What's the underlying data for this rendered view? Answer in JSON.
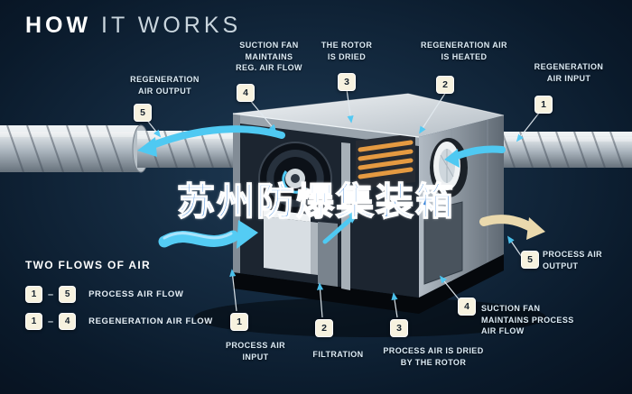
{
  "title": {
    "strong": "HOW",
    "light": " IT WORKS"
  },
  "watermark": {
    "text": "苏州防爆集装箱"
  },
  "colors": {
    "background": "#0d1f31",
    "accent_cyan": "#4ec9f5",
    "badge_bg": "#f7f2df",
    "badge_text": "#16222e",
    "label_text": "#dcebf5",
    "watermark_blue": "#3f87d9",
    "heater_orange": "#e59a41",
    "beige_arrow": "#ead9ad"
  },
  "callouts": {
    "reg_air_output": {
      "num": "5",
      "label": "REGENERATION\nAIR OUTPUT"
    },
    "suction_fan_reg": {
      "num": "4",
      "label": "SUCTION FAN\nMAINTAINS\nREG. AIR FLOW"
    },
    "rotor_dried": {
      "num": "3",
      "label": "THE ROTOR\nIS DRIED"
    },
    "reg_air_heated": {
      "num": "2",
      "label": "REGENERATION AIR\nIS HEATED"
    },
    "reg_air_input": {
      "num": "1",
      "label": "REGENERATION\nAIR INPUT"
    },
    "process_air_output": {
      "num": "5",
      "label": "PROCESS AIR\nOUTPUT"
    },
    "suction_fan_process": {
      "num": "4",
      "label": "SUCTION FAN\nMAINTAINS PROCESS\nAIR FLOW"
    },
    "process_air_dried": {
      "num": "3",
      "label": "PROCESS AIR IS DRIED\nBY THE ROTOR"
    },
    "filtration": {
      "num": "2",
      "label": "FILTRATION"
    },
    "process_air_input": {
      "num": "1",
      "label": "PROCESS AIR\nINPUT"
    }
  },
  "legend": {
    "title": "TWO FLOWS OF AIR",
    "rows": [
      {
        "from": "1",
        "sep": "–",
        "to": "5",
        "label": "PROCESS AIR FLOW"
      },
      {
        "from": "1",
        "sep": "–",
        "to": "4",
        "label": "REGENERATION AIR FLOW"
      }
    ]
  }
}
